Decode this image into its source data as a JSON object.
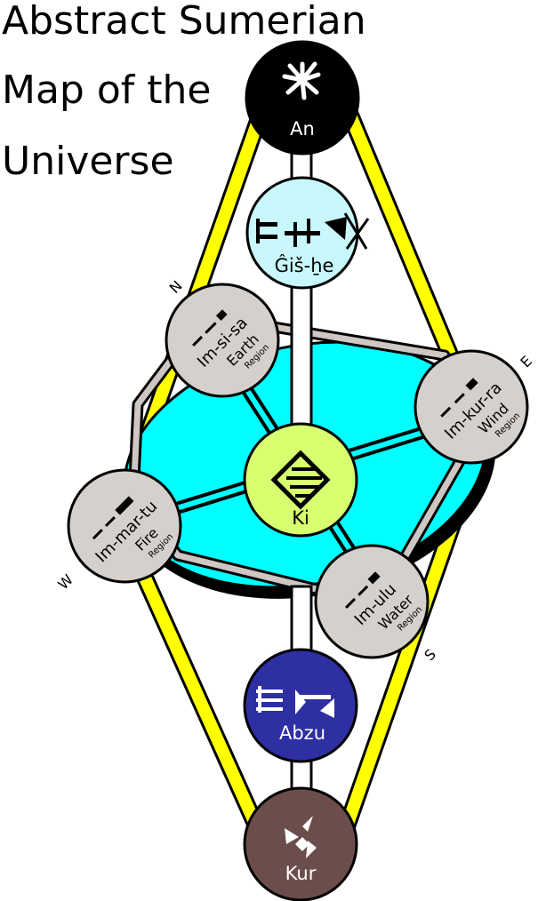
{
  "title": {
    "line1": "Abstract Sumerian",
    "line2": "Map of the",
    "line3": "Universe"
  },
  "colors": {
    "an": "#000000",
    "gis_he": "#c8f8fb",
    "region": "#d6d0cc",
    "earth_disc": "#00ffff",
    "ki": "#d7ff6f",
    "abzu": "#2e2fa3",
    "kur": "#6b4e4b",
    "pillar": "#ffff00"
  },
  "nodes": {
    "an": {
      "label": "An",
      "icon": "star-icon"
    },
    "gis_he": {
      "label": "Ĝiš-ẖe"
    },
    "ki": {
      "label": "Ki"
    },
    "abzu": {
      "label": "Abzu"
    },
    "kur": {
      "label": "Kur",
      "icon": "triskelion-icon"
    }
  },
  "regions": {
    "earth": {
      "name": "Im-si-sa",
      "element": "Earth",
      "suffix": "Region"
    },
    "wind": {
      "name": "Im-kur-ra",
      "element": "Wind",
      "suffix": "Region"
    },
    "fire": {
      "name": "Im-mar-tu",
      "element": "Fire",
      "suffix": "Region"
    },
    "water": {
      "name": "Im-ulu",
      "element": "Water",
      "suffix": "Region"
    }
  },
  "directions": {
    "n": "N",
    "e": "E",
    "w": "W",
    "s": "S"
  }
}
